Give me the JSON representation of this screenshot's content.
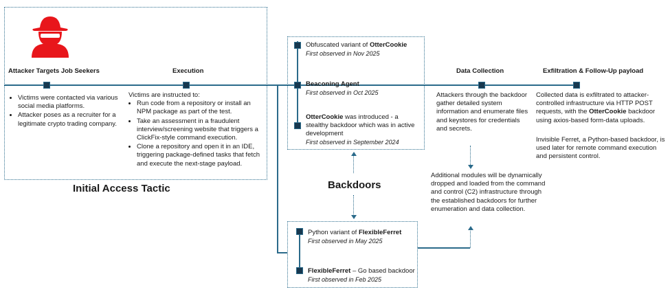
{
  "colors": {
    "accent": "#2a6a8a",
    "node": "#17384f",
    "hacker": "#e8161b"
  },
  "icons": {
    "attacker": "hacker-icon"
  },
  "stages": {
    "attacker": "Attacker Targets Job Seekers",
    "execution": "Execution",
    "data_collection": "Data Collection",
    "exfiltration": "Exfiltration & Follow-Up payload"
  },
  "attacker_bullets": [
    "Victims were contacted via various social media platforms.",
    "Attacker poses as a recruiter for a legitimate crypto trading company."
  ],
  "execution": {
    "intro": "Victims are instructed to:",
    "bullets": [
      "Run code from a repository or install an NPM package as part of the test.",
      "Take an assessment in a fraudulent interview/screening website that triggers a ClickFix-style command execution.",
      "Clone a repository and open it in an IDE, triggering package-defined tasks that fetch and execute the next-stage payload."
    ]
  },
  "initial_access_label": "Initial Access Tactic",
  "backdoors_label": "Backdoors",
  "backdoors_top": [
    {
      "prefix": "Obfuscated variant of ",
      "bold": "OtterCookie",
      "suffix": "",
      "observed": "First observed in Nov 2025"
    },
    {
      "prefix": "",
      "bold": "Beaconing Agent",
      "suffix": "",
      "observed": "First observed in Oct 2025"
    },
    {
      "prefix": "",
      "bold": "OtterCookie",
      "suffix": " was introduced - a stealthy backdoor which was in active development",
      "observed": "First observed in September 2024"
    }
  ],
  "backdoors_bottom": [
    {
      "prefix": "Python variant of ",
      "bold": "FlexibleFerret",
      "suffix": "",
      "observed": "First observed in May 2025"
    },
    {
      "prefix": "",
      "bold": "FlexibleFerret",
      "suffix": " – Go based backdoor",
      "observed": "First observed in Feb 2025"
    }
  ],
  "data_collection": {
    "text": "Attackers through the backdoor gather detailed system information and enumerate files and keystores for credentials and secrets.",
    "modules": "Additional modules will be dynamically dropped and loaded from the command and control (C2) infrastructure through the established backdoors for further enumeration and data collection."
  },
  "exfiltration": {
    "p1_before": "Collected data is exfiltrated to attacker-controlled infrastructure via HTTP POST requests, with the ",
    "p1_bold": "OtterCookie",
    "p1_after": " backdoor using axios-based form-data uploads.",
    "p2": "Invisible Ferret, a Python-based backdoor, is used later for remote command execution and persistent control."
  }
}
